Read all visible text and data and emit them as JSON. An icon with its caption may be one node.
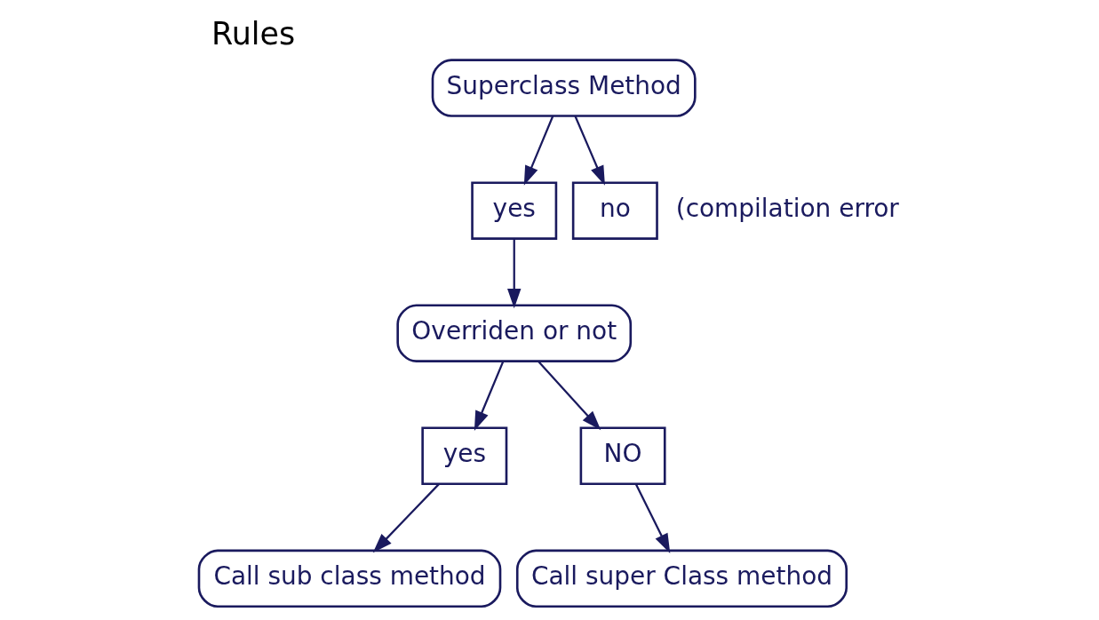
{
  "diagram": {
    "title": "Rules",
    "nodes": [
      {
        "text": [
          "Superclass Method"
        ]
      },
      {
        "text": [
          "yes"
        ]
      },
      {
        "text": [
          "no"
        ],
        "beside": [
          "(compilation error"
        ]
      },
      {
        "text": [
          "Overriden or not"
        ]
      },
      {
        "text": [
          "yes"
        ]
      },
      {
        "text": [
          "NO"
        ]
      },
      {
        "text": [
          "Call sub class method"
        ]
      },
      {
        "text": [
          "Call super Class method"
        ]
      }
    ],
    "edges": [
      {
        "from": 0,
        "to": 1,
        "arrow": "to"
      },
      {
        "from": 0,
        "to": 2,
        "arrow": "to"
      },
      {
        "from": 1,
        "to": 3,
        "arrow": "to"
      },
      {
        "from": 3,
        "to": 4,
        "arrow": "to"
      },
      {
        "from": 3,
        "to": 5,
        "arrow": "to"
      },
      {
        "from": 4,
        "to": 6,
        "arrow": "to"
      },
      {
        "from": 5,
        "to": 7,
        "arrow": "to"
      }
    ]
  }
}
